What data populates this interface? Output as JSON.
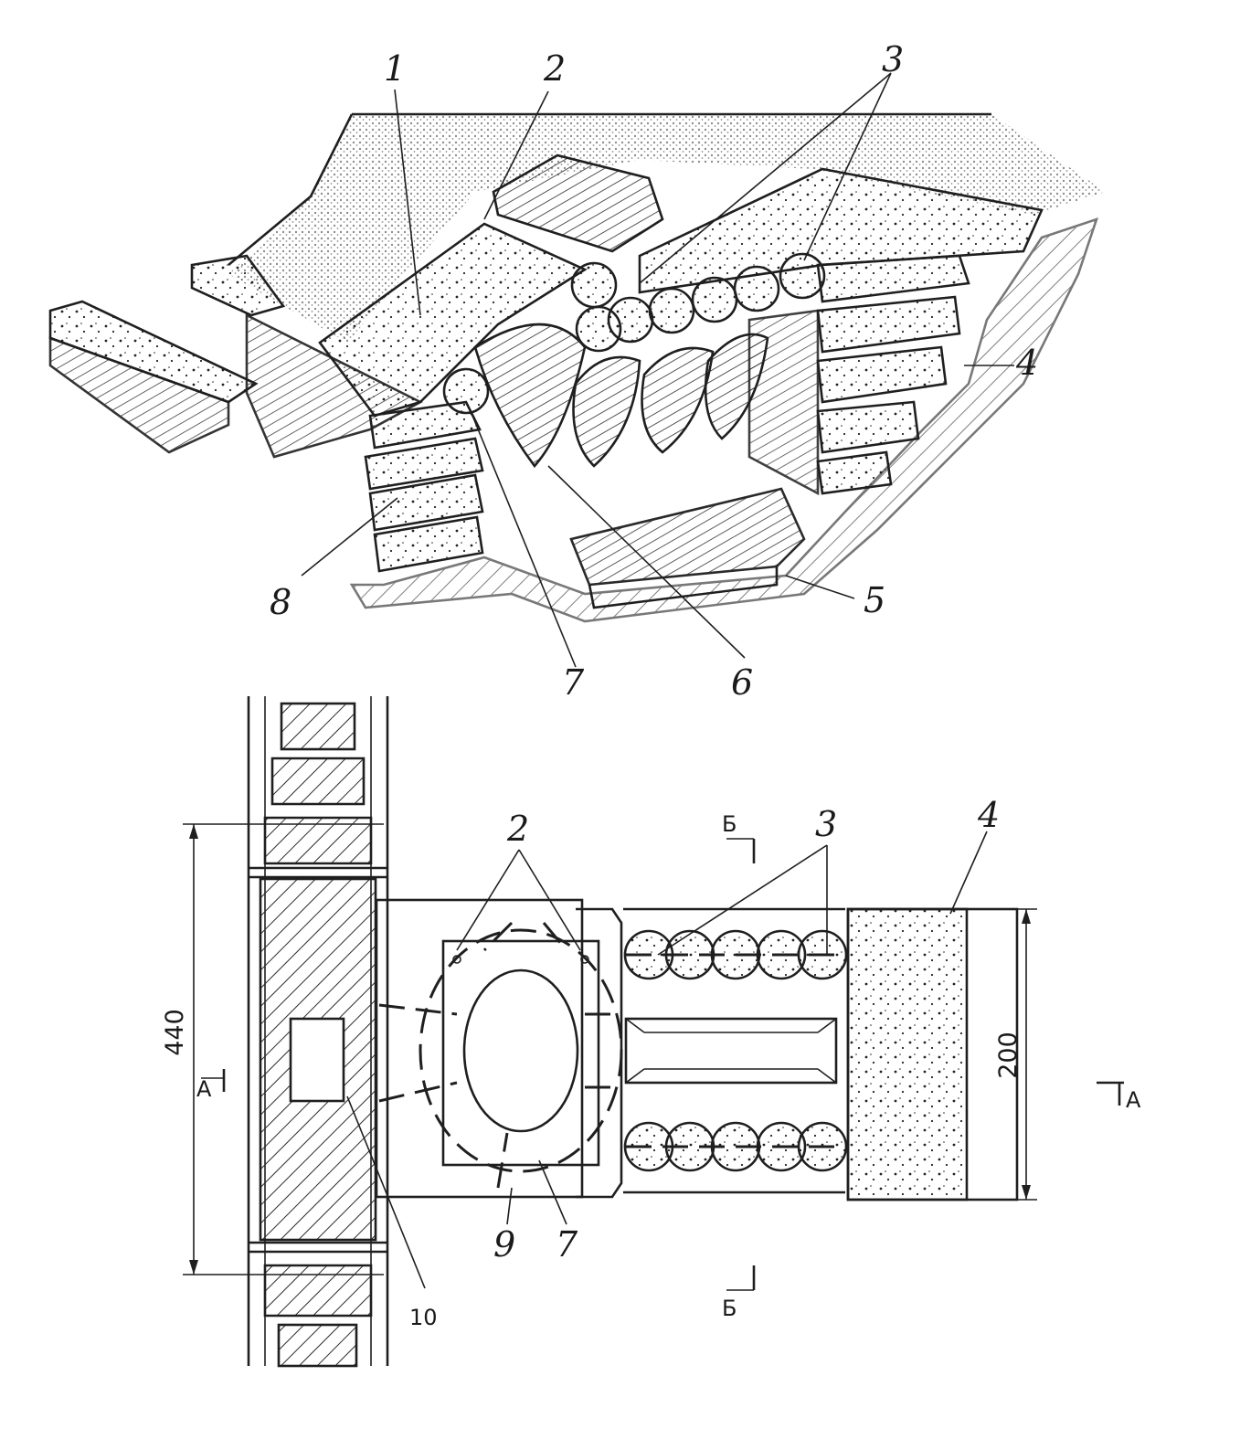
{
  "diagram": {
    "perspective_labels": [
      "1",
      "2",
      "3",
      "4",
      "5",
      "6",
      "7",
      "8"
    ],
    "plan_labels": [
      "2",
      "3",
      "4",
      "7",
      "9",
      "10"
    ],
    "dimensions": {
      "overall": "440",
      "right_block": "200"
    },
    "section_marks": {
      "b_top": "Б",
      "b_bottom": "Б",
      "a_left": "А",
      "a_right": "А"
    }
  }
}
